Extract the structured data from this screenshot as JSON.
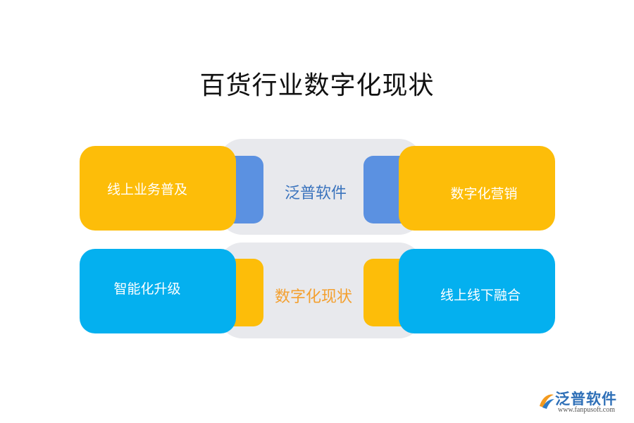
{
  "title": "百货行业数字化现状",
  "row1": {
    "center_label": "泛普软件",
    "left_label": "线上业务普及",
    "right_label": "数字化营销"
  },
  "row2": {
    "center_label": "数字化现状",
    "left_label": "智能化升级",
    "right_label": "线上线下融合"
  },
  "logo": {
    "name": "泛普软件",
    "url": "www.fanpusoft.com"
  },
  "colors": {
    "yellow": "#fdbd09",
    "blue_box": "#04b0ef",
    "blue_tab": "#5b91e1",
    "band": "#e8e9ed",
    "center1_text": "#3a73bd",
    "center2_text": "#f4a02f"
  }
}
